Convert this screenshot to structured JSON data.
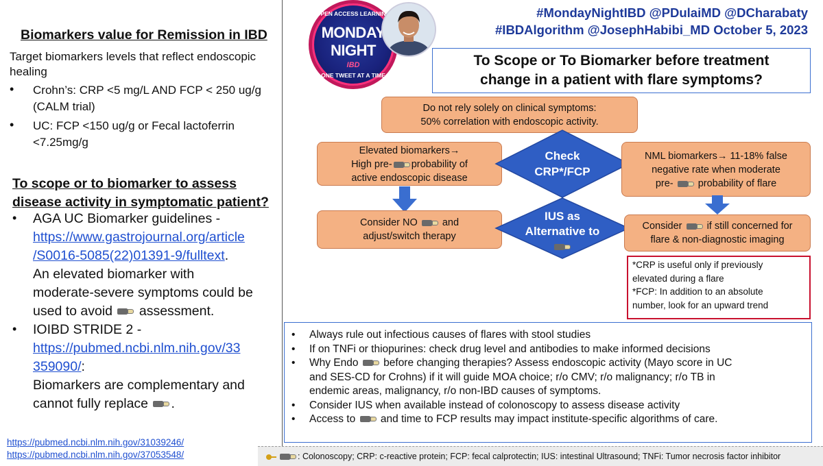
{
  "left": {
    "title": "Biomarkers value for Remission in IBD",
    "intro_l1": "Target biomarkers levels that reflect endoscopic",
    "intro_l2": "healing",
    "crohns_l1": "Crohn’s: CRP <5 mg/L AND FCP < 250 ug/g",
    "crohns_l2": "(CALM trial)",
    "uc_l1": "UC: FCP <150 ug/g or Fecal lactoferrin",
    "uc_l2": "<7.25mg/g",
    "section_l1": "To scope or to biomarker to assess",
    "section_l2": "disease activity in symptomatic patient?",
    "aga_label": "AGA UC Biomarker guidelines -",
    "aga_link_l1": "https://www.gastrojournal.org/article",
    "aga_link_l2": "/S0016-5085(22)01391-9/fulltext",
    "aga_text_l1": "An elevated biomarker with",
    "aga_text_l2": "moderate-severe symptoms could be",
    "aga_text_l3a": "used to avoid",
    "aga_text_l3b": "assessment.",
    "stride_label": "IOIBD STRIDE 2 -",
    "stride_link_l1": "https://pubmed.ncbi.nlm.nih.gov/33",
    "stride_link_l2": "359090/",
    "stride_text_l1": "Biomarkers are complementary and",
    "stride_text_l2": "cannot fully replace",
    "ref1": "https://pubmed.ncbi.nlm.nih.gov/31039246/",
    "ref2": "https://pubmed.ncbi.nlm.nih.gov/37053548/"
  },
  "badge": {
    "arc_top": "OPEN ACCESS LEARNING",
    "line1": "MONDAY",
    "line2": "NIGHT",
    "line3": "IBD",
    "arc_bottom": "ONE TWEET AT A TIME"
  },
  "header": {
    "line1": "#MondayNightIBD @PDulaiMD @DCharabaty",
    "line2_tag": "#IBDAlgorithm @JosephHabibi_MD ",
    "line2_date": "October 5, 2023"
  },
  "question": {
    "line1": "To Scope or To Biomarker before treatment",
    "line2": "change in a patient with flare symptoms?"
  },
  "flow": {
    "top_l1": "Do not rely solely on clinical symptoms:",
    "top_l2": "50% correlation with endoscopic activity.",
    "elev_l1": "Elevated biomarkers→",
    "elev_l2a": "High pre-",
    "elev_l2b": "probability of",
    "elev_l3": "active endoscopic disease",
    "check_l1": "Check",
    "check_l2": "CRP*/FCP",
    "nml_l1": "NML biomarkers→ 11-18% false",
    "nml_l2": "negative rate when moderate",
    "nml_l3a": "pre-",
    "nml_l3b": "probability of flare",
    "no_l1a": "Consider NO",
    "no_l1b": "and",
    "no_l2": "adjust/switch therapy",
    "ius_l1": "IUS as",
    "ius_l2": "Alternative to",
    "consider_l1a": "Consider",
    "consider_l1b": "if still concerned for",
    "consider_l2": "flare & non-diagnostic imaging"
  },
  "note": {
    "l1": "*CRP is useful only  if previously",
    "l2": "elevated during a flare",
    "l3": "*FCP: In addition to an absolute",
    "l4": "number, look for an upward trend"
  },
  "bullets": {
    "b1": "Always rule out infectious causes of flares with stool studies",
    "b2": "If on TNFi or thiopurines: check drug level and antibodies to make informed decisions",
    "b3a": "Why Endo",
    "b3b": "before changing therapies?  Assess endoscopic activity (Mayo score in UC",
    "b3c": "and SES-CD for Crohns) if it will guide MOA choice; r/o CMV; r/o malignancy; r/o TB in",
    "b3d": "endemic areas, malignancy, r/o non-IBD causes of symptoms.",
    "b4": "Consider IUS when available instead of colonoscopy to assess disease activity",
    "b5a": "Access to",
    "b5b": "and time to FCP results may impact institute-specific algorithms of care."
  },
  "footer": {
    "text": ": Colonoscopy; CRP: c-reactive protein; FCP: fecal calprotectin; IUS: intestinal Ultrasound; TNFi: Tumor necrosis factor inhibitor"
  },
  "colors": {
    "box_fill": "#f4b183",
    "diamond_fill": "#2f5ec4",
    "arrow": "#3a6ed0",
    "header_text": "#1e3a9a",
    "note_border": "#c8102e",
    "link": "#1f4fd0"
  }
}
